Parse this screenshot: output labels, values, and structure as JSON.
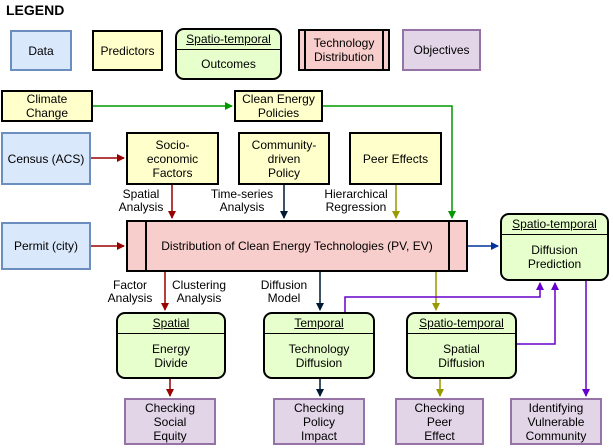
{
  "legend": {
    "title": "LEGEND",
    "data": "Data",
    "predictors": "Predictors",
    "outcomes_title": "Spatio-temporal",
    "outcomes_body": "Outcomes",
    "technology": "Technology Distribution",
    "objectives": "Objectives"
  },
  "nodes": {
    "climate_change": "Climate Change",
    "clean_energy_policies": "Clean Energy Policies",
    "census": "Census (ACS)",
    "socio_economic": "Socio-economic Factors",
    "community_policy": "Community-driven Policy",
    "peer_effects": "Peer Effects",
    "permit": "Permit (city)",
    "distribution": "Distribution of Clean Energy Technologies (PV, EV)",
    "diffusion_prediction": {
      "title": "Spatio-temporal",
      "body": "Diffusion Prediction"
    },
    "energy_divide": {
      "title": "Spatial",
      "body": "Energy Divide"
    },
    "technology_diffusion": {
      "title": "Temporal",
      "body": "Technology Diffusion"
    },
    "spatial_diffusion": {
      "title": "Spatio-temporal",
      "body": "Spatial Diffusion"
    },
    "checking_social_equity": "Checking Social Equity",
    "checking_policy_impact": "Checking Policy Impact",
    "checking_peer_effect": "Checking Peer Effect",
    "identifying_vulnerable": "Identifying Vulnerable Community"
  },
  "edge_labels": {
    "spatial_analysis": "Spatial Analysis",
    "time_series_analysis": "Time-series Analysis",
    "hierarchical_regression": "Hierarchical Regression",
    "factor_analysis": "Factor Analysis",
    "clustering_analysis": "Clustering Analysis",
    "diffusion_model": "Diffusion Model"
  },
  "colors": {
    "data_fill": "#dae8fc",
    "data_border": "#6c8ebf",
    "predictor_fill": "#ffffcc",
    "outcome_fill": "#e6ffcc",
    "technology_fill": "#f8cecc",
    "objective_fill": "#e1d5e7",
    "objective_border": "#9673a6",
    "arrow_red": "#990000",
    "arrow_green": "#009900",
    "arrow_navy": "#001933",
    "arrow_olive": "#999900",
    "arrow_blue": "#003399",
    "arrow_purple": "#6600cc"
  }
}
